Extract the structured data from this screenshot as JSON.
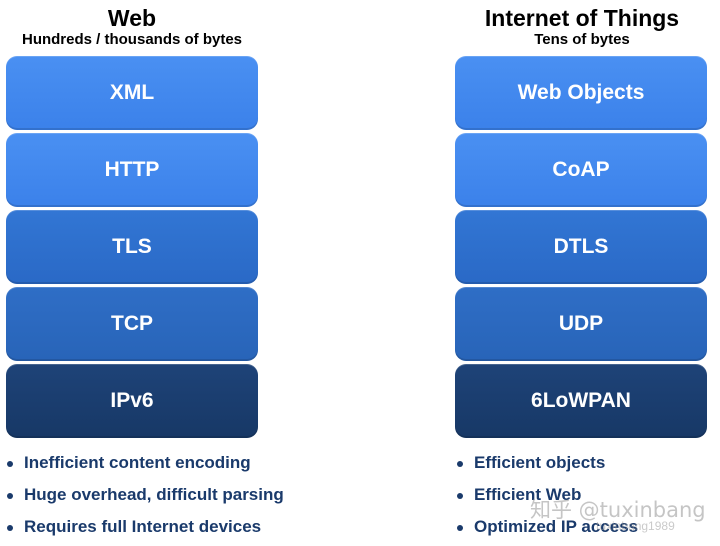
{
  "web": {
    "title": "Web",
    "subtitle": "Hundreds / thousands of bytes",
    "layers": [
      "XML",
      "HTTP",
      "TLS",
      "TCP",
      "IPv6"
    ],
    "bullets": [
      "Inefficient content encoding",
      "Huge overhead, difficult parsing",
      "Requires full Internet devices"
    ]
  },
  "iot": {
    "title": "Internet of Things",
    "subtitle": "Tens of bytes",
    "layers": [
      "Web Objects",
      "CoAP",
      "DTLS",
      "UDP",
      "6LoWPAN"
    ],
    "bullets": [
      "Efficient objects",
      "Efficient Web",
      "Optimized IP access"
    ]
  },
  "watermark": {
    "text": "知乎 @tuxinbang",
    "sub": "tuxinbang1989"
  },
  "colors": {
    "layer_light": "#4389ee",
    "layer_mid": "#2d6ecc",
    "layer_dark": "#1b3e6f",
    "bullet_text": "#1a3a6b"
  }
}
